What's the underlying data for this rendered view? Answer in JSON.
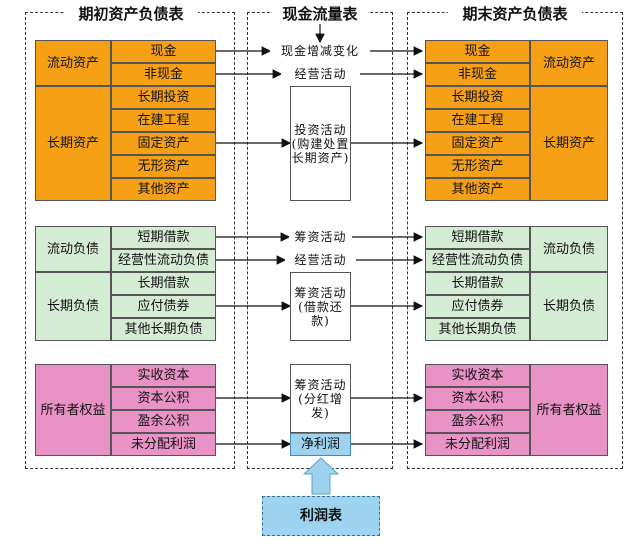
{
  "titles": {
    "opening": "期初资产负债表",
    "cashflow": "现金流量表",
    "closing": "期末资产负债表",
    "income": "利润表"
  },
  "opening": {
    "current_assets": "流动资产",
    "cash": "现金",
    "noncash": "非现金",
    "long_assets": "长期资产",
    "long_items": [
      "长期投资",
      "在建工程",
      "固定资产",
      "无形资产",
      "其他资产"
    ],
    "current_liab": "流动负债",
    "current_liab_items": [
      "短期借款",
      "经营性流动负债"
    ],
    "long_liab": "长期负债",
    "long_liab_items": [
      "长期借款",
      "应付债券",
      "其他长期负债"
    ],
    "equity": "所有者权益",
    "equity_items": [
      "实收资本",
      "资本公积",
      "盈余公积",
      "未分配利润"
    ]
  },
  "cashflow": {
    "cash_change": "现金增减变化",
    "operating": "经营活动",
    "investing": "投资活动\n(购建处置\n长期资产)",
    "financing": "筹资活动",
    "operating2": "经营活动",
    "financing_loans": "筹资活动\n(借款还款)",
    "financing_dividend": "筹资活动\n(分红增发)",
    "net_profit": "净利润"
  },
  "closing": {
    "cash": "现金",
    "noncash": "非现金",
    "current_assets": "流动资产",
    "long_items": [
      "长期投资",
      "在建工程",
      "固定资产",
      "无形资产",
      "其他资产"
    ],
    "long_assets": "长期资产",
    "current_liab_items": [
      "短期借款",
      "经营性流动负债"
    ],
    "current_liab": "流动负债",
    "long_liab_items": [
      "长期借款",
      "应付债券",
      "其他长期负债"
    ],
    "long_liab": "长期负债",
    "equity_items": [
      "实收资本",
      "资本公积",
      "盈余公积",
      "未分配利润"
    ],
    "equity": "所有者权益"
  },
  "colors": {
    "assets": "#f5a015",
    "liabilities": "#d4ecd3",
    "equity": "#e992c6",
    "income": "#9ed3ef"
  }
}
